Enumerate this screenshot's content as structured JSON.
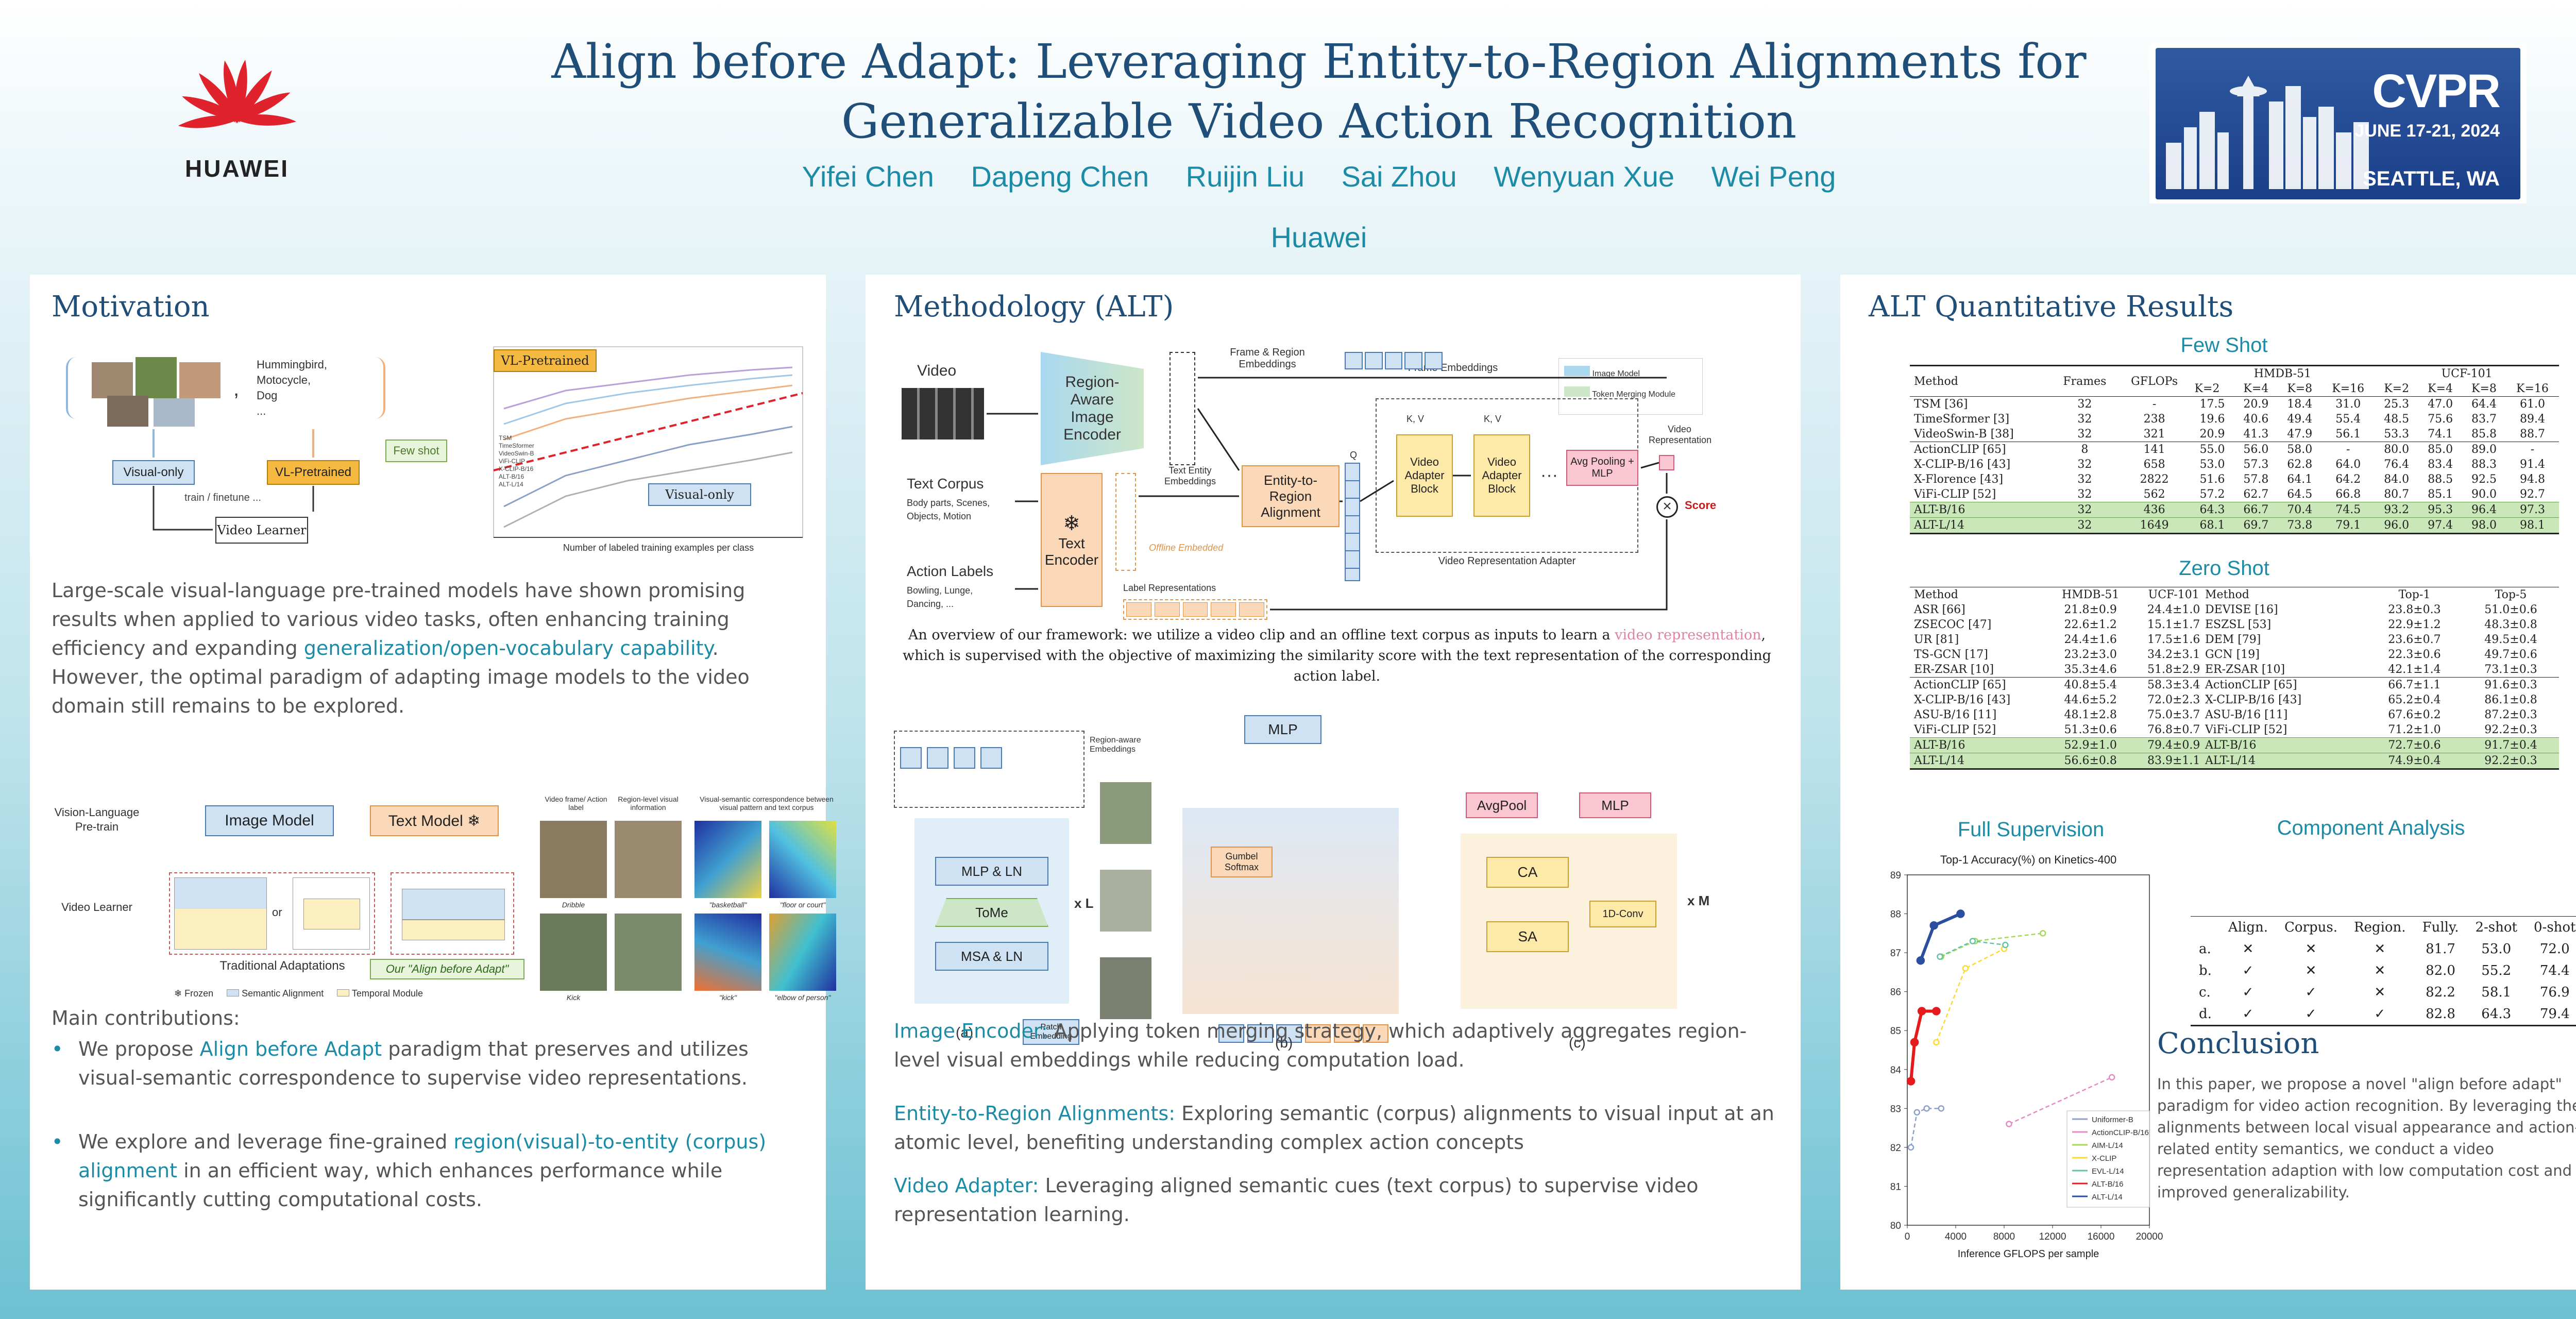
{
  "header": {
    "title_line1": "Align before Adapt: Leveraging Entity-to-Region Alignments for",
    "title_line2": "Generalizable Video Action Recognition",
    "authors": [
      "Yifei Chen",
      "Dapeng Chen",
      "Ruijin Liu",
      "Sai Zhou",
      "Wenyuan Xue",
      "Wei Peng"
    ],
    "affiliation": "Huawei",
    "logo_text": "HUAWEI",
    "conference": {
      "name": "CVPR",
      "date": "JUNE 17-21, 2024",
      "city": "SEATTLE, WA"
    },
    "colors": {
      "title": "#1f4e79",
      "accent": "#1b8ba6",
      "huawei_red": "#e0222c"
    }
  },
  "motivation": {
    "title": "Motivation",
    "fig1": {
      "labels": [
        "Hummingbird,",
        "Motocycle,",
        "Dog",
        "...",
        "Visual-only",
        "VL-Pretrained",
        "train / finetune ...",
        "Video Learner",
        "Few shot"
      ],
      "chart_labels": {
        "vl": "VL-Pretrained",
        "vis": "Visual-only",
        "xlabel": "Number of labeled training examples per class"
      },
      "legend": [
        "TSM",
        "TimeSformer",
        "VideoSwin-B",
        "ViFi-CLIP",
        "X-CLIP-B/16",
        "ALT-B/16",
        "ALT-L/14"
      ]
    },
    "para1_a": "Large-scale visual-language pre-trained models have shown promising results when applied to various video tasks, often enhancing training efficiency and expanding ",
    "para1_hl": "generalization/open-vocabulary capability",
    "para1_b": ". However, the optimal paradigm of adapting image models to the video domain still remains to be explored.",
    "fig2": {
      "row1": "Vision-Language Pre-train",
      "row2": "Video Learner",
      "image_model": "Image Model",
      "text_model": "Text Model ❄",
      "or": "or",
      "trad": "Traditional Adaptations",
      "ours": "Our \"Align before Adapt\"",
      "legend": [
        "Frozen",
        "Semantic Alignment",
        "Temporal Module"
      ],
      "col_titles": [
        "Video frame/ Action label",
        "Region-level visual information",
        "Visual-semantic correspondence between visual pattern and text corpus"
      ],
      "captions": [
        "Dribble",
        "Kick",
        "\"basketball\"",
        "\"floor or court\"",
        "\"kick\"",
        "\"elbow of person\""
      ]
    },
    "contrib_title": "Main contributions:",
    "c1_a": "We propose ",
    "c1_hl": "Align before Adapt",
    "c1_b": " paradigm that preserves and utilizes visual-semantic correspondence to supervise video representations.",
    "c2_a": " We explore and leverage fine-grained ",
    "c2_hl": "region(visual)-to-entity (corpus) alignment",
    "c2_b": " in an efficient way, which enhances performance while significantly cutting computational costs."
  },
  "method": {
    "title": "Methodology (ALT)",
    "fig": {
      "video": "Video",
      "encoder": "Region-Aware Image Encoder",
      "frame_region": "Frame & Region Embeddings",
      "frame_emb": "Frame Embeddings",
      "text_corpus": "Text Corpus",
      "corpus_items": "Body parts, Scenes, Objects, Motion",
      "text_entity": "Text Entity Embeddings",
      "text_encoder": "Text Encoder",
      "offline": "Offline Embedded",
      "e2r": "Entity-to-Region Alignment",
      "adapter1": "Video Adapter Block",
      "adapter2": "Video Adapter Block",
      "adapter": "Video Representation Adapter",
      "avgpool_mlp": "Avg Pooling + MLP",
      "video_rep": "Video Representation",
      "score": "Score",
      "action_labels": "Action Labels",
      "action_items": "Bowling, Lunge, Dancing, ...",
      "label_rep": "Label Representations",
      "legend_img": "Image Model",
      "legend_tok": "Token Merging Module",
      "kv": "K, V",
      "q": "Q"
    },
    "caption_a": "An overview of our framework: we utilize a video clip and an offline text corpus as inputs to learn a ",
    "caption_hl": "video representation",
    "caption_b": ", which is supervised with the objective of maximizing the similarity score with the text representation of the corresponding action label.",
    "sub": {
      "a_blocks": [
        "MLP & LN",
        "ToMe",
        "MSA & LN",
        "Patch Embedding"
      ],
      "a_region": "Region-aware Embeddings",
      "xl": "x L",
      "b_mlp": "MLP",
      "b_gumbel": "Gumbel Softmax",
      "c_avgpool": "AvgPool",
      "c_mlp": "MLP",
      "c_ca": "CA",
      "c_sa": "SA",
      "c_conv": "1D-Conv",
      "xm": "x M",
      "labels": [
        "(a)",
        "(b)",
        "(c)"
      ]
    },
    "desc1_hl": "Image Encoder:",
    "desc1": " Applying token merging strategy, which adaptively aggregates region-level visual embeddings while reducing computation load.",
    "desc2_hl": "Entity-to-Region Alignments:",
    "desc2": " Exploring semantic (corpus) alignments to visual input at an atomic level, benefiting understanding complex action concepts",
    "desc3_hl": "Video Adapter:",
    "desc3": " Leveraging aligned semantic cues (text corpus) to supervise video representation learning."
  },
  "results": {
    "title": "ALT Quantitative Results",
    "fewshot_title": "Few Shot",
    "fewshot": {
      "h1": [
        "Method",
        "Frames",
        "GFLOPs",
        "HMDB-51",
        "UCF-101"
      ],
      "h2": [
        "K=2",
        "K=4",
        "K=8",
        "K=16",
        "K=2",
        "K=4",
        "K=8",
        "K=16"
      ],
      "group1": [
        [
          "TSM [36]",
          "32",
          "-",
          "17.5",
          "20.9",
          "18.4",
          "31.0",
          "25.3",
          "47.0",
          "64.4",
          "61.0"
        ],
        [
          "TimeSformer [3]",
          "32",
          "238",
          "19.6",
          "40.6",
          "49.4",
          "55.4",
          "48.5",
          "75.6",
          "83.7",
          "89.4"
        ],
        [
          "VideoSwin-B [38]",
          "32",
          "321",
          "20.9",
          "41.3",
          "47.9",
          "56.1",
          "53.3",
          "74.1",
          "85.8",
          "88.7"
        ]
      ],
      "group2": [
        [
          "ActionCLIP [65]",
          "8",
          "141",
          "55.0",
          "56.0",
          "58.0",
          "-",
          "80.0",
          "85.0",
          "89.0",
          "-"
        ],
        [
          "X-CLIP-B/16 [43]",
          "32",
          "658",
          "53.0",
          "57.3",
          "62.8",
          "64.0",
          "76.4",
          "83.4",
          "88.3",
          "91.4"
        ],
        [
          "X-Florence [43]",
          "32",
          "2822",
          "51.6",
          "57.8",
          "64.1",
          "64.2",
          "84.0",
          "88.5",
          "92.5",
          "94.8"
        ],
        [
          "ViFi-CLIP [52]",
          "32",
          "562",
          "57.2",
          "62.7",
          "64.5",
          "66.8",
          "80.7",
          "85.1",
          "90.0",
          "92.7"
        ]
      ],
      "ours": [
        [
          "ALT-B/16",
          "32",
          "436",
          "64.3",
          "66.7",
          "70.4",
          "74.5",
          "93.2",
          "95.3",
          "96.4",
          "97.3"
        ],
        [
          "ALT-L/14",
          "32",
          "1649",
          "68.1",
          "69.7",
          "73.8",
          "79.1",
          "96.0",
          "97.4",
          "98.0",
          "98.1"
        ]
      ]
    },
    "zeroshot_title": "Zero Shot",
    "zeroshot_left": {
      "header": [
        "Method",
        "HMDB-51",
        "UCF-101"
      ],
      "group1": [
        [
          "ASR [66]",
          "21.8±0.9",
          "24.4±1.0"
        ],
        [
          "ZSECOC [47]",
          "22.6±1.2",
          "15.1±1.7"
        ],
        [
          "UR [81]",
          "24.4±1.6",
          "17.5±1.6"
        ],
        [
          "TS-GCN [17]",
          "23.2±3.0",
          "34.2±3.1"
        ],
        [
          "ER-ZSAR [10]",
          "35.3±4.6",
          "51.8±2.9"
        ]
      ],
      "group2": [
        [
          "ActionCLIP [65]",
          "40.8±5.4",
          "58.3±3.4"
        ],
        [
          "X-CLIP-B/16 [43]",
          "44.6±5.2",
          "72.0±2.3"
        ],
        [
          "ASU-B/16 [11]",
          "48.1±2.8",
          "75.0±3.7"
        ],
        [
          "ViFi-CLIP [52]",
          "51.3±0.6",
          "76.8±0.7"
        ]
      ],
      "ours": [
        [
          "ALT-B/16",
          "52.9±1.0",
          "79.4±0.9"
        ],
        [
          "ALT-L/14",
          "56.6±0.8",
          "83.9±1.1"
        ]
      ]
    },
    "zeroshot_right": {
      "header": [
        "Method",
        "Top-1",
        "Top-5"
      ],
      "group1": [
        [
          "DEVISE [16]",
          "23.8±0.3",
          "51.0±0.6"
        ],
        [
          "ESZSL [53]",
          "22.9±1.2",
          "48.3±0.8"
        ],
        [
          "DEM [79]",
          "23.6±0.7",
          "49.5±0.4"
        ],
        [
          "GCN [19]",
          "22.3±0.6",
          "49.7±0.6"
        ],
        [
          "ER-ZSAR [10]",
          "42.1±1.4",
          "73.1±0.3"
        ]
      ],
      "group2": [
        [
          "ActionCLIP [65]",
          "66.7±1.1",
          "91.6±0.3"
        ],
        [
          "X-CLIP-B/16 [43]",
          "65.2±0.4",
          "86.1±0.8"
        ],
        [
          "ASU-B/16 [11]",
          "67.6±0.2",
          "87.2±0.3"
        ],
        [
          "ViFi-CLIP [52]",
          "71.2±1.0",
          "92.2±0.3"
        ]
      ],
      "ours": [
        [
          "ALT-B/16",
          "72.7±0.6",
          "91.7±0.4"
        ],
        [
          "ALT-L/14",
          "74.9±0.4",
          "92.2±0.3"
        ]
      ]
    },
    "full_title": "Full Supervision",
    "component_title": "Component Analysis",
    "component": {
      "header": [
        "",
        "Align.",
        "Corpus.",
        "Region.",
        "Fully.",
        "2-shot",
        "0-shot"
      ],
      "rows": [
        [
          "a.",
          "✕",
          "✕",
          "✕",
          "81.7",
          "53.0",
          "72.0"
        ],
        [
          "b.",
          "✓",
          "✕",
          "✕",
          "82.0",
          "55.2",
          "74.4"
        ],
        [
          "c.",
          "✓",
          "✓",
          "✕",
          "82.2",
          "58.1",
          "76.9"
        ],
        [
          "d.",
          "✓",
          "✓",
          "✓",
          "82.8",
          "64.3",
          "79.4"
        ]
      ]
    },
    "conclusion_title": "Conclusion",
    "conclusion": "In this paper, we propose a novel \"align before adapt\" paradigm for video action recognition. By leveraging the alignments between local visual appearance and action-related entity semantics, we conduct a video representation adaption with low computation cost and improved generalizability."
  },
  "chart_data": {
    "type": "line",
    "title": "Top-1 Accuracy(%) on Kinetics-400",
    "xlabel": "Inference GFLOPS per sample",
    "ylabel": "",
    "xlim": [
      0,
      20000
    ],
    "ylim": [
      80,
      89
    ],
    "xticks": [
      0,
      4000,
      8000,
      12000,
      16000,
      20000
    ],
    "yticks": [
      80,
      81,
      82,
      83,
      84,
      85,
      86,
      87,
      88,
      89
    ],
    "series": [
      {
        "name": "Uniformer-B",
        "color": "#8da0cb",
        "x": [
          300,
          800,
          1600,
          2800
        ],
        "y": [
          82.0,
          82.9,
          83.0,
          83.0
        ]
      },
      {
        "name": "ActionCLIP-B/16",
        "color": "#e78ac3",
        "x": [
          8400,
          16900
        ],
        "y": [
          82.6,
          83.8
        ]
      },
      {
        "name": "AIM-L/14",
        "color": "#a6d854",
        "x": [
          2800,
          5600,
          11200
        ],
        "y": [
          86.9,
          87.3,
          87.5
        ]
      },
      {
        "name": "X-CLIP",
        "color": "#ffd92f",
        "x": [
          2400,
          4800,
          8000
        ],
        "y": [
          84.7,
          86.6,
          87.1
        ]
      },
      {
        "name": "EVL-L/14",
        "color": "#66c2a5",
        "x": [
          2700,
          5400,
          8100
        ],
        "y": [
          86.9,
          87.3,
          87.2
        ]
      },
      {
        "name": "ALT-B/16",
        "color": "#e41a1c",
        "x": [
          300,
          600,
          1200,
          2400
        ],
        "y": [
          83.7,
          84.7,
          85.5,
          85.5
        ]
      },
      {
        "name": "ALT-L/14",
        "color": "#2b4f9e",
        "x": [
          1100,
          2200,
          4400
        ],
        "y": [
          86.8,
          87.7,
          88.0
        ]
      }
    ]
  }
}
